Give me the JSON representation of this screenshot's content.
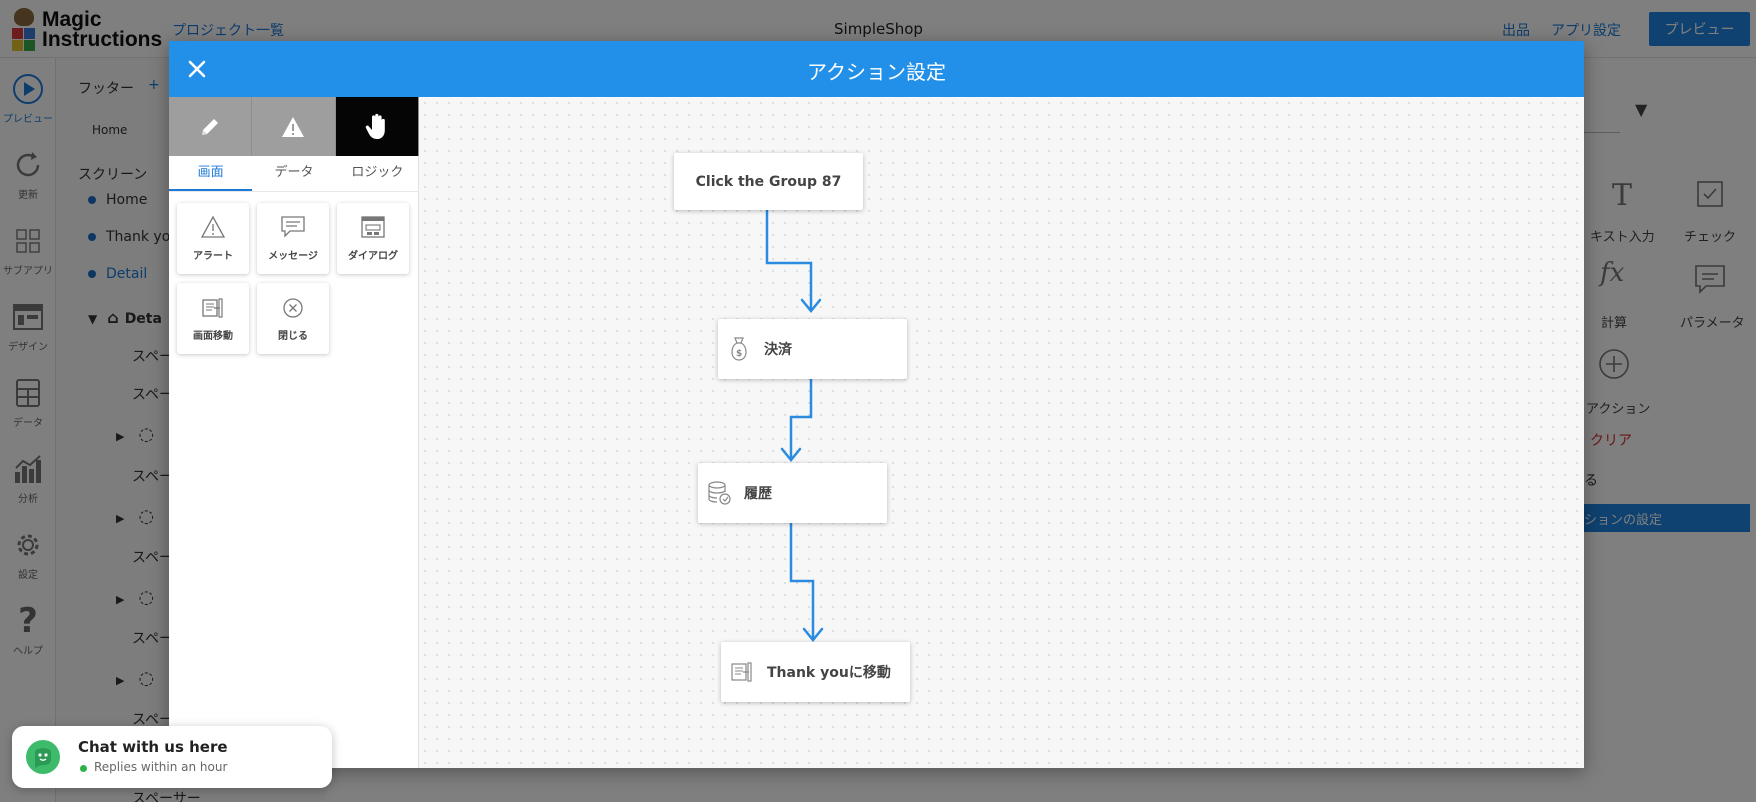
{
  "app": {
    "logo_text_1": "Magic",
    "logo_text_2": "Instructions",
    "project_list_link": "プロジェクト一覧",
    "title": "SimpleShop",
    "publish_link": "出品",
    "app_settings_link": "アプリ設定",
    "preview_button": "プレビュー"
  },
  "rail": {
    "items": [
      {
        "label": "プレビュー",
        "icon": "play-circle-icon"
      },
      {
        "label": "更新",
        "icon": "refresh-icon"
      },
      {
        "label": "サブアプリ",
        "icon": "grid-icon"
      },
      {
        "label": "デザイン",
        "icon": "layout-icon"
      },
      {
        "label": "データ",
        "icon": "table-icon"
      },
      {
        "label": "分析",
        "icon": "bar-chart-icon"
      },
      {
        "label": "設定",
        "icon": "gear-icon"
      },
      {
        "label": "ヘルプ",
        "icon": "question-icon"
      }
    ]
  },
  "tree": {
    "footer_label": "フッター",
    "footer_add": "+",
    "footer_item": "Home",
    "screens_label": "スクリーン",
    "screens": [
      "Home",
      "Thank you",
      "Detail"
    ],
    "detail_node": "Deta",
    "spacer": "スペー",
    "spacer_full": "スペーサー"
  },
  "right_panel": {
    "text_input": "キスト入力",
    "check": "チェック",
    "calc": "計算",
    "param": "パラメータ",
    "action": "アクション",
    "clear": "クリア",
    "ru": "る",
    "action_settings_btn": "ションの設定"
  },
  "modal": {
    "title": "アクション設定",
    "mode_tabs": [
      {
        "icon": "pencil-icon",
        "active": false
      },
      {
        "icon": "warning-icon",
        "active": false
      },
      {
        "icon": "hand-icon",
        "active": true
      }
    ],
    "category_tabs": [
      {
        "label": "画面",
        "active": true
      },
      {
        "label": "データ",
        "active": false
      },
      {
        "label": "ロジック",
        "active": false
      }
    ],
    "tiles": [
      {
        "label": "アラート",
        "icon": "alert-icon"
      },
      {
        "label": "メッセージ",
        "icon": "message-icon"
      },
      {
        "label": "ダイアログ",
        "icon": "dialog-icon"
      },
      {
        "label": "画面移動",
        "icon": "screen-move-icon"
      },
      {
        "label": "閉じる",
        "icon": "close-circle-icon"
      }
    ],
    "flow_nodes": [
      {
        "label": "Click the Group 87",
        "icon": ""
      },
      {
        "label": "決済",
        "icon": "payment-bag-icon"
      },
      {
        "label": "履歴",
        "icon": "database-icon"
      },
      {
        "label": "Thank youに移動",
        "icon": "screen-move-icon"
      }
    ]
  },
  "chat": {
    "title": "Chat with us here",
    "subtitle": "Replies within an hour"
  },
  "colors": {
    "header_blue": "#2290e9",
    "link_blue": "#1b7ad8",
    "connector_blue": "#2b8be0"
  }
}
